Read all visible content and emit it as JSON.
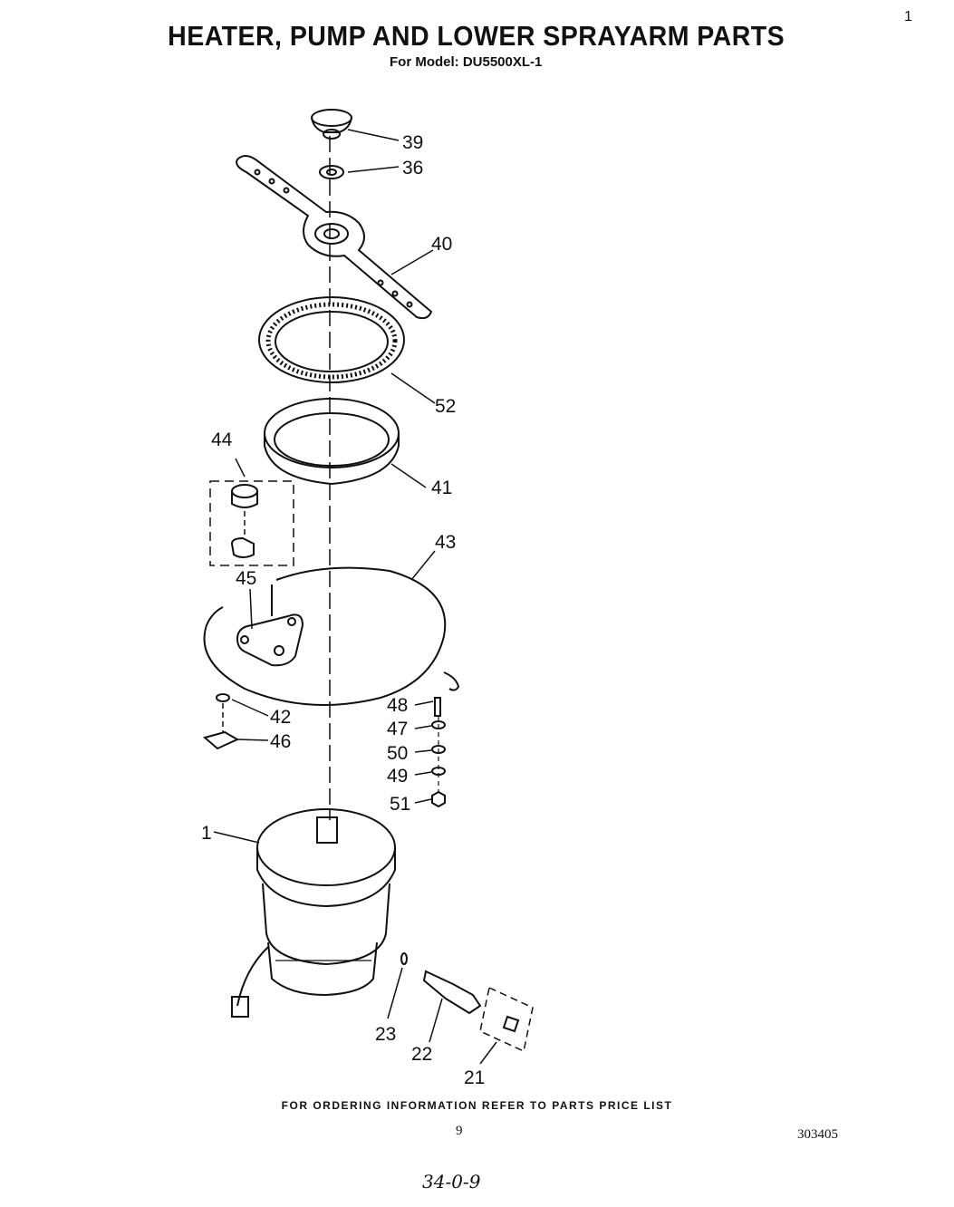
{
  "header": {
    "title": "HEATER, PUMP AND LOWER SPRAYARM PARTS",
    "subtitle": "For Model: DU5500XL-1",
    "corner_mark": "1"
  },
  "callouts": [
    {
      "id": "c39",
      "label": "39"
    },
    {
      "id": "c36",
      "label": "36"
    },
    {
      "id": "c40",
      "label": "40"
    },
    {
      "id": "c52",
      "label": "52"
    },
    {
      "id": "c44",
      "label": "44"
    },
    {
      "id": "c41",
      "label": "41"
    },
    {
      "id": "c43",
      "label": "43"
    },
    {
      "id": "c45",
      "label": "45"
    },
    {
      "id": "c48",
      "label": "48"
    },
    {
      "id": "c42",
      "label": "42"
    },
    {
      "id": "c47",
      "label": "47"
    },
    {
      "id": "c46",
      "label": "46"
    },
    {
      "id": "c50",
      "label": "50"
    },
    {
      "id": "c49",
      "label": "49"
    },
    {
      "id": "c51",
      "label": "51"
    },
    {
      "id": "c1",
      "label": "1"
    },
    {
      "id": "c23",
      "label": "23"
    },
    {
      "id": "c22",
      "label": "22"
    },
    {
      "id": "c21",
      "label": "21"
    }
  ],
  "footer": {
    "ordering_note": "FOR ORDERING INFORMATION REFER TO PARTS PRICE LIST",
    "page_number": "9",
    "document_number": "303405",
    "handwritten_note": "34-0-9"
  }
}
